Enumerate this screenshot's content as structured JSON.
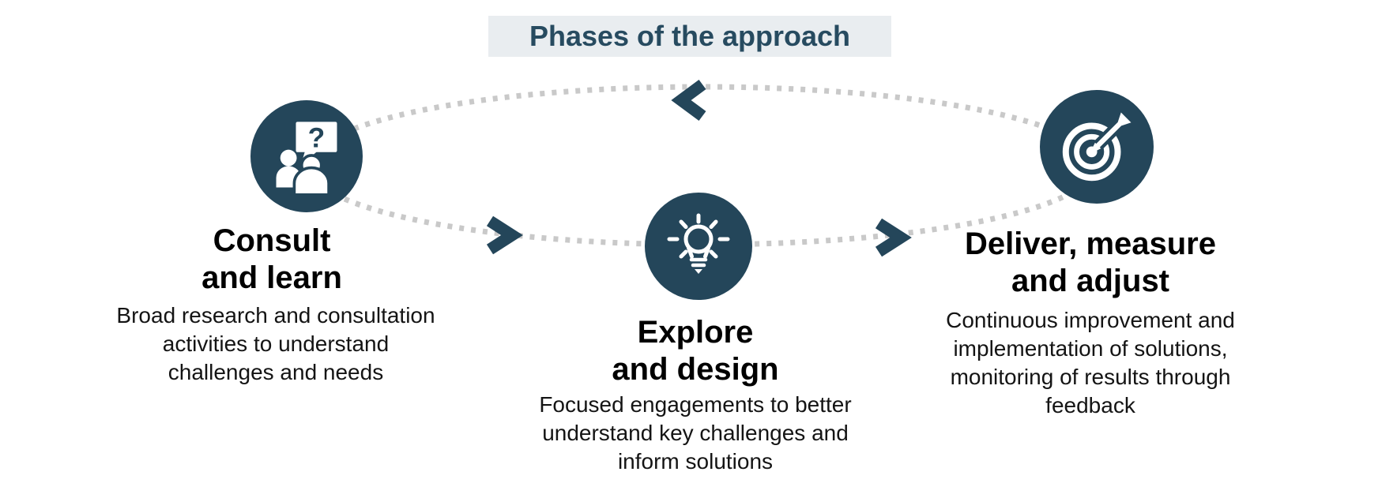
{
  "title": "Phases of the approach",
  "colors": {
    "accent": "#24465A",
    "title_background": "#E9EDF0",
    "title_text": "#274B60",
    "dotted_line": "#C9C9C9",
    "heading_text": "#000000",
    "body_text": "#141414",
    "icon_glyph": "#FFFFFF"
  },
  "cycle": {
    "arrows": [
      {
        "name": "top-arrow-left",
        "direction": "left"
      },
      {
        "name": "bottom-left-arrow-right",
        "direction": "right"
      },
      {
        "name": "bottom-right-arrow-right",
        "direction": "right"
      }
    ],
    "line_style": "dotted-ellipse"
  },
  "phases": [
    {
      "icon": "people-question-icon",
      "title": "Consult\nand learn",
      "description": "Broad research and consultation\nactivities to understand\nchallenges and needs"
    },
    {
      "icon": "lightbulb-icon",
      "title": "Explore\nand design",
      "description": "Focused engagements to better\nunderstand key challenges and\ninform solutions"
    },
    {
      "icon": "target-arrow-icon",
      "title": "Deliver, measure\nand adjust",
      "description": "Continuous improvement and\nimplementation of solutions,\nmonitoring of results through\nfeedback"
    }
  ]
}
